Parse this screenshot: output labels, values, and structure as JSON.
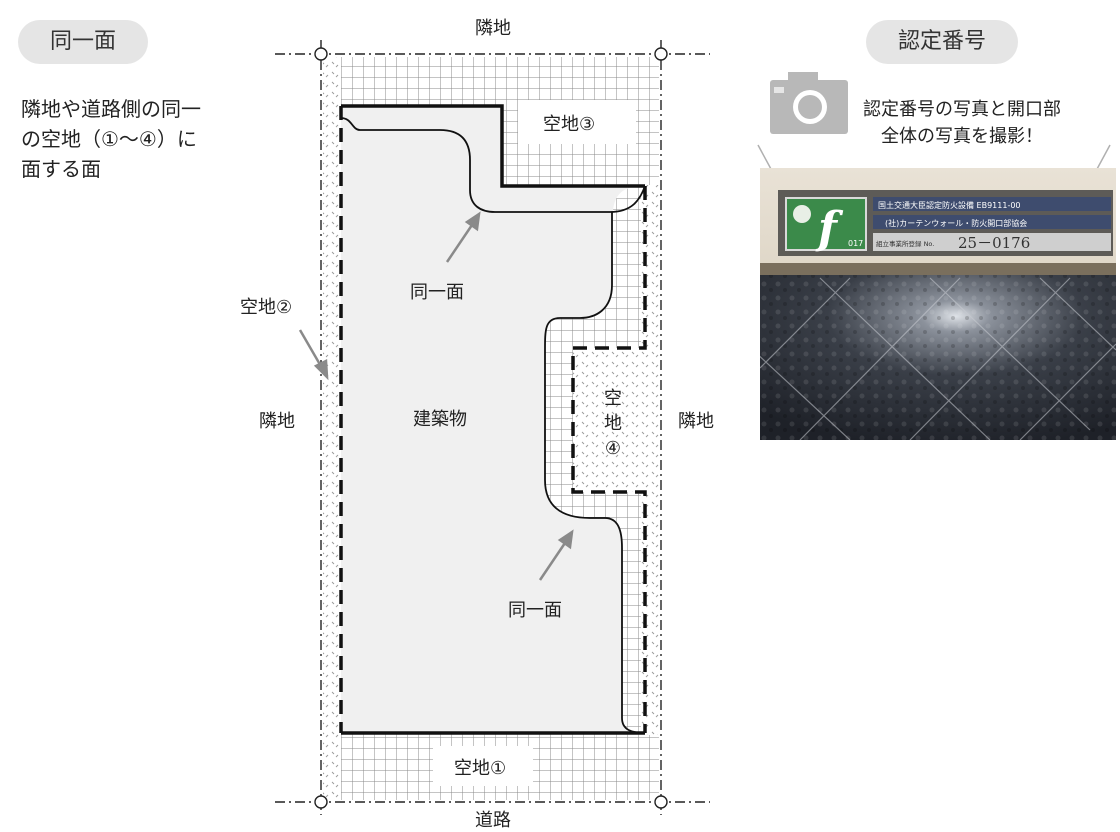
{
  "badges": {
    "left": "同一面",
    "right": "認定番号"
  },
  "description": {
    "line1": "隣地や道路側の同一",
    "line2": "の空地（①～④）に",
    "line3": "面する面"
  },
  "diagram": {
    "top": "隣地",
    "bottom": "道路",
    "left": "隣地",
    "right": "隣地",
    "building": "建築物",
    "same_face_top": "同一面",
    "same_face_bottom": "同一面",
    "space1": "空地①",
    "space2": "空地②",
    "space3": "空地③",
    "space4": {
      "c1": "空",
      "c2": "地",
      "c3": "④"
    }
  },
  "camera": {
    "line1": "認定番号の写真と開口部",
    "line2": "全体の写真を撮影！",
    "icon": "camera-icon"
  },
  "plate": {
    "logo_num": "017",
    "line1": "国土交通大臣認定防火設備 EB9111-00",
    "line2": "(社)カーテンウォール・防火開口部協会",
    "reg_label": "組立事業所登録 No.",
    "reg_number": "25－0176"
  }
}
